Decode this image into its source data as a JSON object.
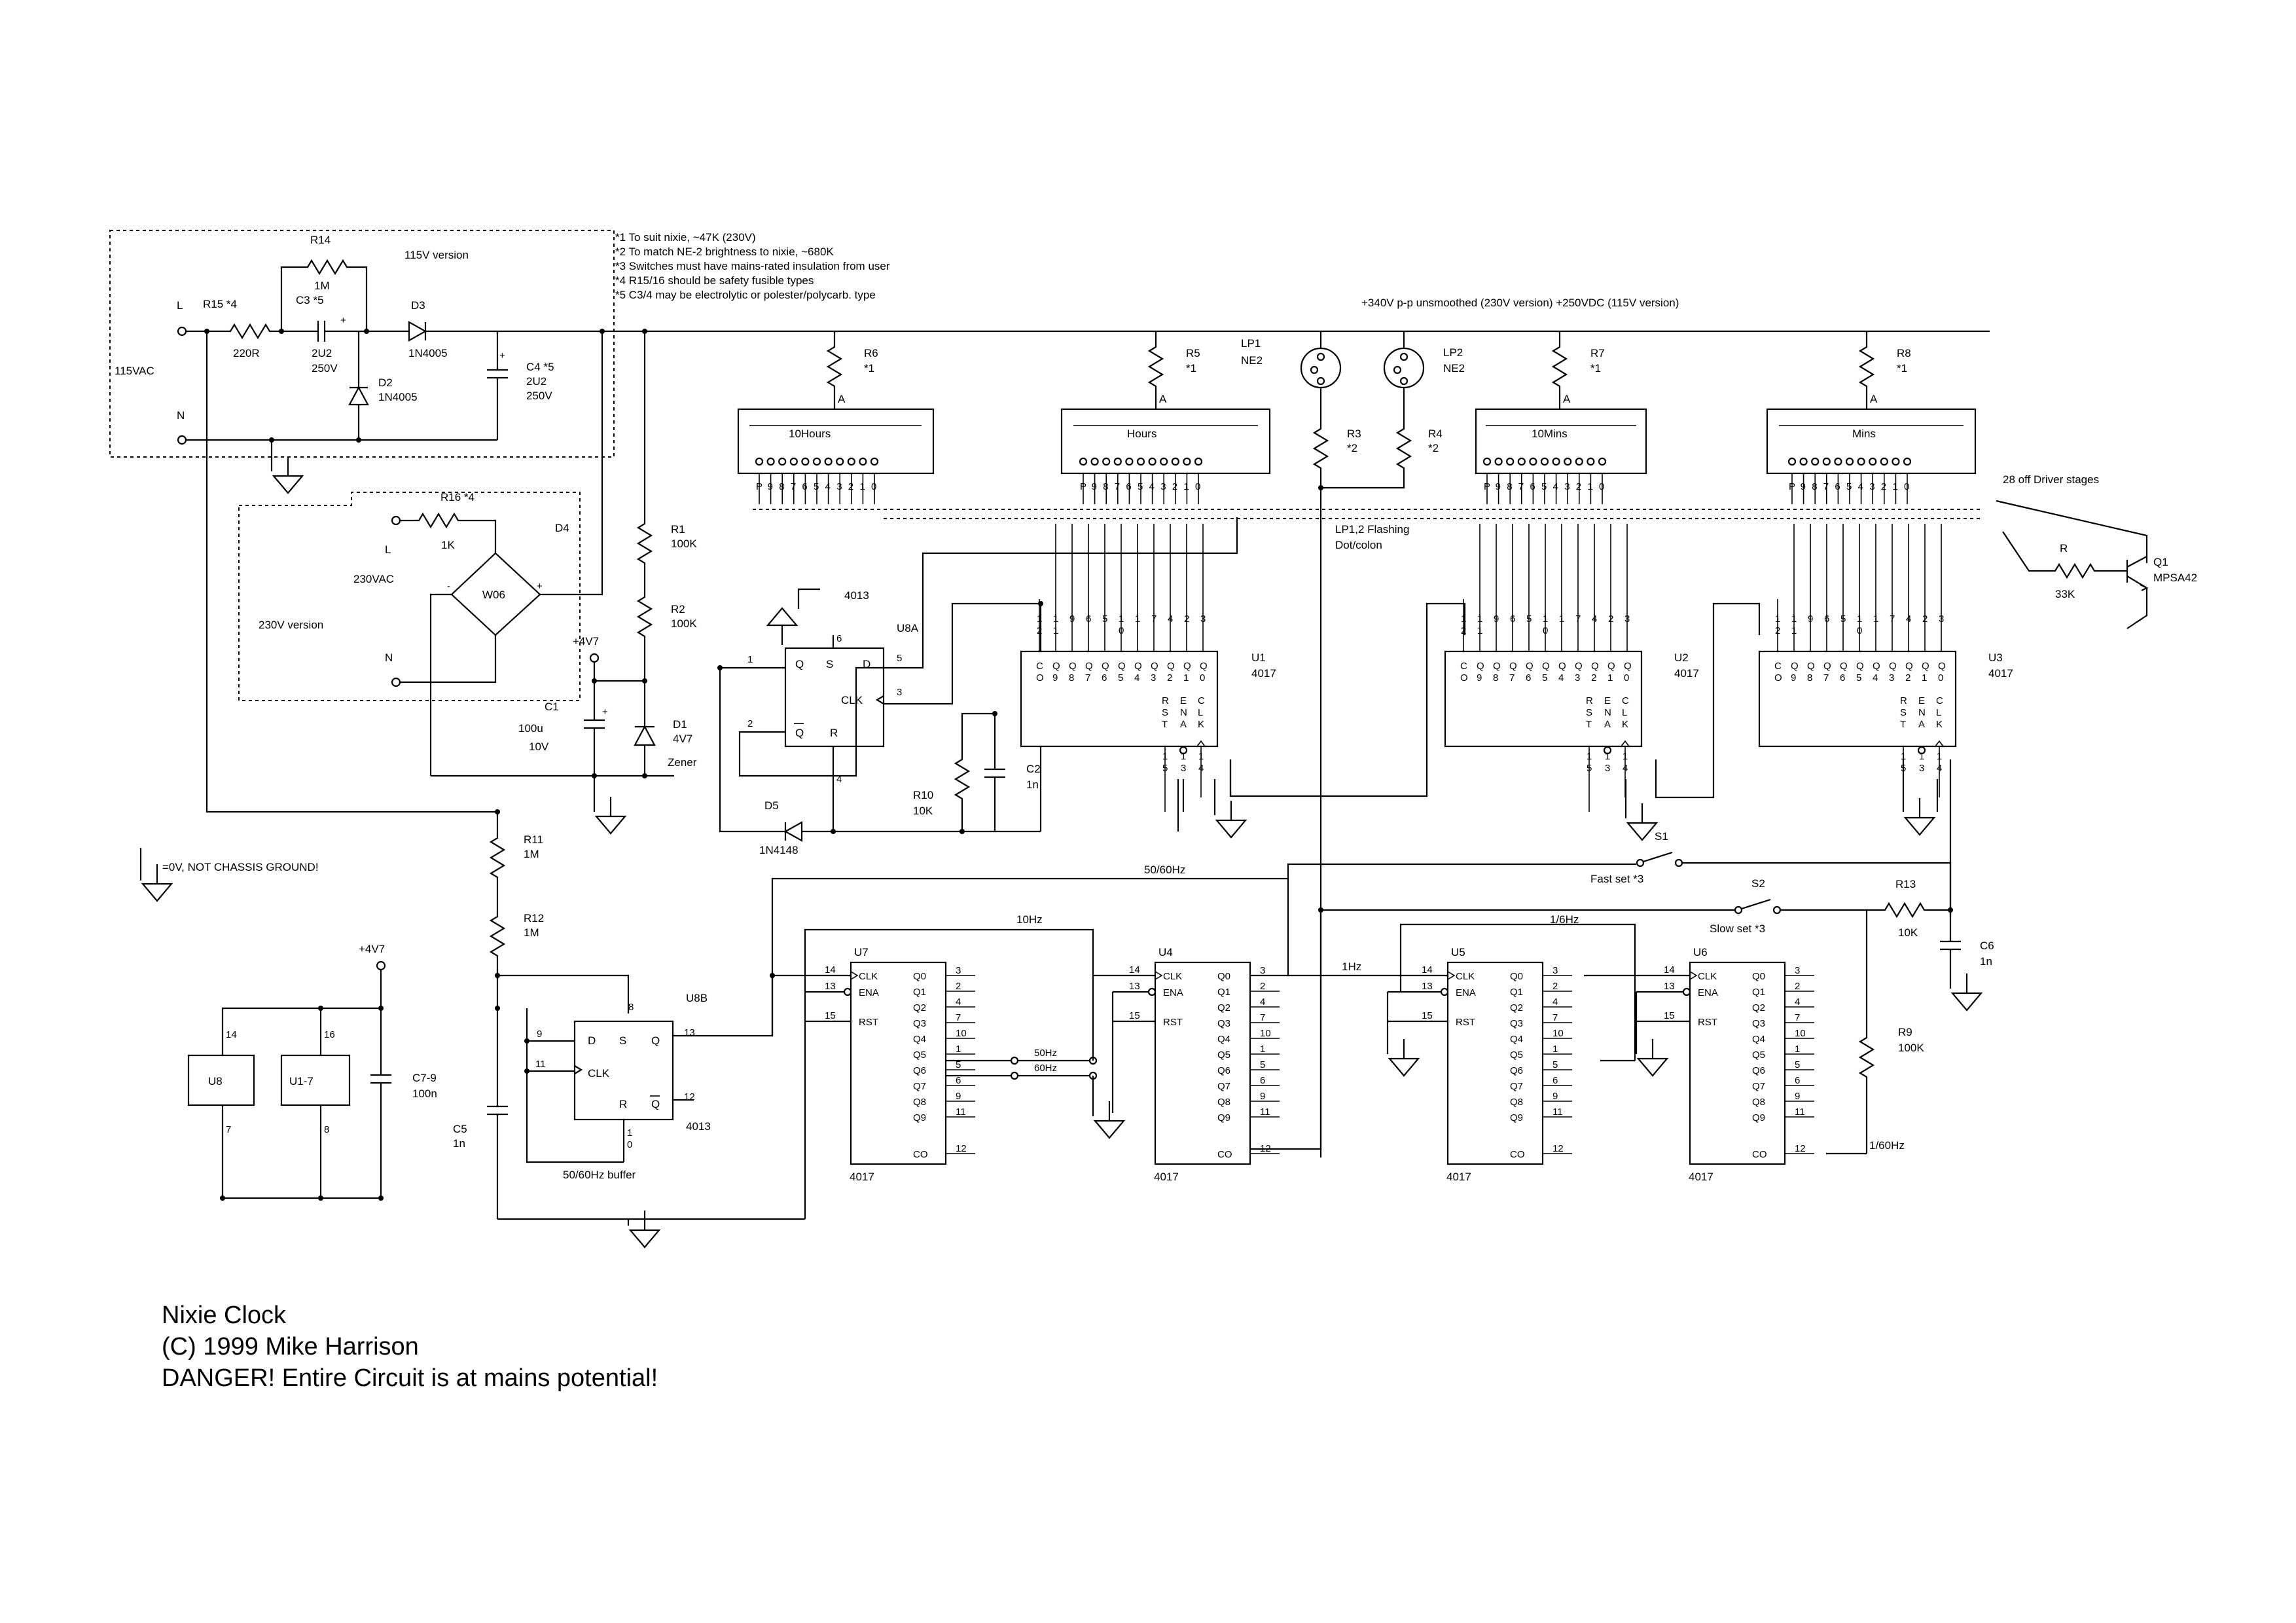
{
  "title_block": {
    "line1": "Nixie Clock",
    "line2": "(C) 1999 Mike Harrison",
    "line3": "DANGER! Entire Circuit is at mains potential!"
  },
  "notes": [
    "*1 To suit nixie, ~47K (230V)",
    "*2 To match NE-2 brightness to nixie, ~680K",
    "*3 Switches must have mains-rated insulation from user",
    "*4 R15/16 should be safety fusible types",
    "*5 C3/4 may be electrolytic or polester/polycarb. type"
  ],
  "supply": {
    "hv_rail": "+340V p-p unsmoothed (230V version) +250VDC (115V version)",
    "ground_note": "=0V, NOT CHASSIS GROUND!",
    "v115": "115V version",
    "v115ac": "115VAC",
    "v230": "230V version",
    "v230ac": "230VAC",
    "line": "L",
    "neutral": "N",
    "plus4v7": "+4V7"
  },
  "components": {
    "r15": "R15 *4",
    "r15v": "220R",
    "r14": "R14",
    "r14v": "1M",
    "c3": "C3 *5",
    "c3v1": "2U2",
    "c3v2": "250V",
    "d3": "D3",
    "d3v": "1N4005",
    "d2": "D2",
    "d2v": "1N4005",
    "c4": "C4 *5",
    "c4v1": "2U2",
    "c4v2": "250V",
    "r16": "R16 *4",
    "r16v": "1K",
    "d4": "D4",
    "w06": "W06",
    "r1": "R1",
    "r1v": "100K",
    "r2": "R2",
    "r2v": "100K",
    "c1": "C1",
    "c1v1": "100u",
    "c1v2": "10V",
    "d1": "D1",
    "d1v": "4V7",
    "d1t": "Zener",
    "r11": "R11",
    "r11v": "1M",
    "r12": "R12",
    "r12v": "1M",
    "c5": "C5",
    "c5v": "1n",
    "c79": "C7-9",
    "c79v": "100n",
    "u8": "U8",
    "u17": "U1-7",
    "r10": "R10",
    "r10v": "10K",
    "c2": "C2",
    "c2v": "1n",
    "d5": "D5",
    "d5v": "1N4148",
    "r6": "R6",
    "r6v": "*1",
    "r5": "R5",
    "r5v": "*1",
    "r7": "R7",
    "r7v": "*1",
    "r8": "R8",
    "r8v": "*1",
    "lp1": "LP1",
    "lp1v": "NE2",
    "lp2": "LP2",
    "lp2v": "NE2",
    "r3": "R3",
    "r3v": "*2",
    "r4": "R4",
    "r4v": "*2",
    "lp_flash1": "LP1,2 Flashing",
    "lp_flash2": "Dot/colon",
    "driver_note": "28 off Driver stages",
    "rdrv": "R",
    "rdrvv": "33K",
    "q1": "Q1",
    "q1v": "MPSA42",
    "s1": "S1",
    "s1t": "Fast set *3",
    "s2": "S2",
    "s2t": "Slow set *3",
    "r13": "R13",
    "r13v": "10K",
    "c6": "C6",
    "c6v": "1n",
    "r9": "R9",
    "r9v": "100K",
    "f5060": "50/60Hz",
    "f10hz": "10Hz",
    "f1hz": "1Hz",
    "f16hz": "1/6Hz",
    "f160hz": "1/60Hz",
    "sel50": "50Hz",
    "sel60": "60Hz",
    "buffer": "50/60Hz buffer",
    "u8a": "U8A",
    "u8b": "U8B",
    "ff_type": "4013",
    "anode": "A"
  },
  "nixies": [
    "10Hours",
    "Hours",
    "10Mins",
    "Mins"
  ],
  "nixie_pins": [
    "P",
    "9",
    "8",
    "7",
    "6",
    "5",
    "4",
    "3",
    "2",
    "1",
    "0"
  ],
  "upper_counters": [
    {
      "name": "U1",
      "type": "4017"
    },
    {
      "name": "U2",
      "type": "4017"
    },
    {
      "name": "U3",
      "type": "4017"
    }
  ],
  "upper_top_pins": [
    "1 2",
    "1 1",
    "9",
    "6",
    "5",
    "1 0",
    "1",
    "7",
    "4",
    "2",
    "3"
  ],
  "upper_outputs": [
    "C O",
    "Q 9",
    "Q 8",
    "Q 7",
    "Q 6",
    "Q 5",
    "Q 4",
    "Q 3",
    "Q 2",
    "Q 1",
    "Q 0"
  ],
  "upper_ctrl": [
    "R S T",
    "E N A",
    "C L K"
  ],
  "upper_ctrl_pins": [
    "1 5",
    "1 3",
    "1 4"
  ],
  "lower_counters": [
    {
      "name": "U7",
      "type": "4017"
    },
    {
      "name": "U4",
      "type": "4017"
    },
    {
      "name": "U5",
      "type": "4017"
    },
    {
      "name": "U6",
      "type": "4017"
    }
  ],
  "lower_inputs": [
    "CLK",
    "ENA",
    "RST"
  ],
  "lower_input_pins": [
    "14",
    "13",
    "15"
  ],
  "lower_outputs": [
    "Q0",
    "Q1",
    "Q2",
    "Q3",
    "Q4",
    "Q5",
    "Q6",
    "Q7",
    "Q8",
    "Q9",
    "CO"
  ],
  "lower_output_pins": [
    "3",
    "2",
    "4",
    "7",
    "10",
    "1",
    "5",
    "6",
    "9",
    "11",
    "12"
  ],
  "ff_u8a": {
    "Q": "Q",
    "S": "S",
    "D": "D",
    "CLK": "CLK",
    "QB": "Q",
    "R": "R",
    "p1": "1",
    "p2": "2",
    "p3": "3",
    "p4": "4",
    "p5": "5",
    "p6": "6"
  },
  "ff_u8b": {
    "D": "D",
    "S": "S",
    "Q": "Q",
    "CLK": "CLK",
    "R": "R",
    "QB": "Q",
    "p8": "8",
    "p9": "9",
    "p11": "11",
    "p13": "13",
    "p12": "12",
    "p10": "1\n0"
  },
  "supply_pins": {
    "u8_top": "14",
    "u8_bot": "7",
    "u17_top": "16",
    "u17_bot": "8"
  }
}
